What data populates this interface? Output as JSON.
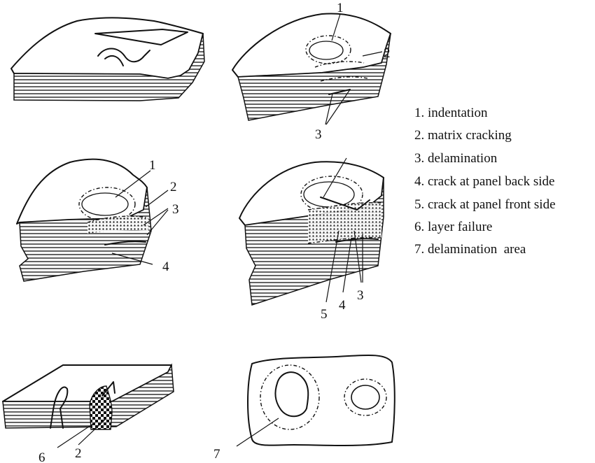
{
  "labels": {
    "a1": "1",
    "a2": "2",
    "a3": "3",
    "b1": "1",
    "b2": "2",
    "b3": "3",
    "b4": "4",
    "c5": "5",
    "c4": "4",
    "c3": "3",
    "d6": "6",
    "d2": "2",
    "e7": "7"
  },
  "legend": [
    "1. indentation",
    "2. matrix cracking",
    "3. delamination",
    "4. crack at panel back side",
    "5. crack at panel front side",
    "6. layer failure",
    "7. delamination  area"
  ]
}
